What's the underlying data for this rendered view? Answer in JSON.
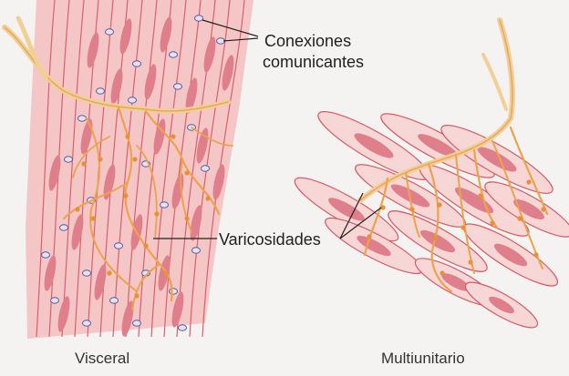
{
  "labels": {
    "gap_junctions_line1": "Conexiones",
    "gap_junctions_line2": "comunicantes",
    "varicosities": "Varicosidades"
  },
  "captions": {
    "left": "Visceral",
    "right": "Multiunitario"
  },
  "colors": {
    "background": "#f4f3f1",
    "visceral_tissue": "#f3c5c5",
    "cell_border": "#d65a66",
    "nucleus": "#e07f8c",
    "nerve_fiber": "#f0a54a",
    "nerve_trunk": "#f3cf95",
    "gap_junction_fill": "#e4e2f2",
    "gap_junction_stroke": "#5a5aa0"
  }
}
